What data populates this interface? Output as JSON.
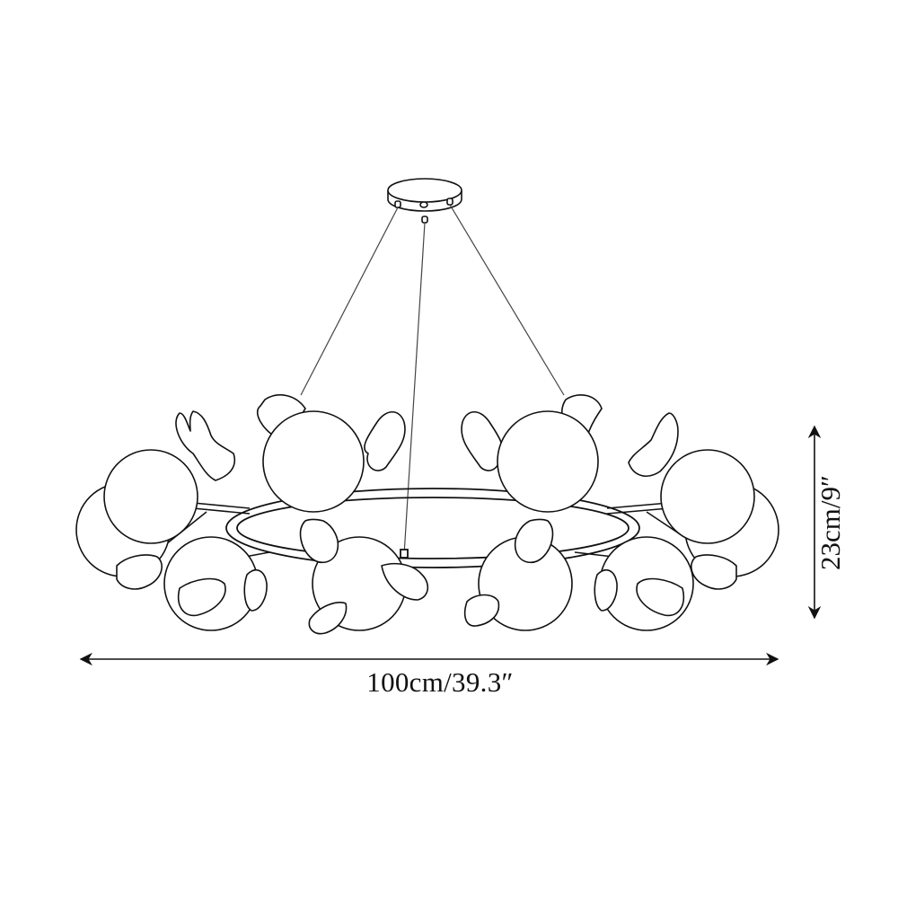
{
  "diagram": {
    "subject": "Round ring chandelier with glass globes and ginkgo-leaf ornaments",
    "style": "black line drawing on white",
    "colors": {
      "line": "#111111",
      "background": "#ffffff",
      "cable": "#444444"
    },
    "dimensions": {
      "width": {
        "label": "100cm/39.3″",
        "orientation": "horizontal"
      },
      "height": {
        "label": "23cm/9″",
        "orientation": "vertical"
      }
    },
    "components": [
      "ceiling-canopy",
      "suspension-cables",
      "ring-frame",
      "glass-globes",
      "leaf-ornaments"
    ]
  }
}
